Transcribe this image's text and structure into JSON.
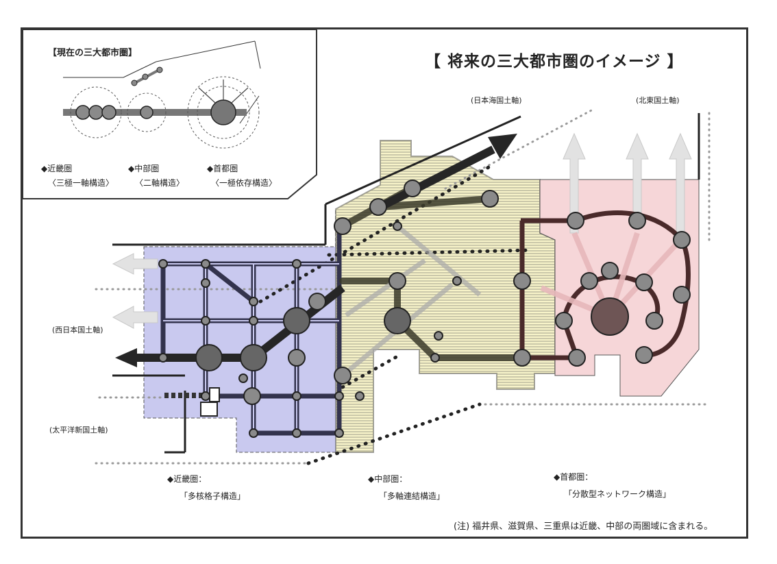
{
  "title": "【 将来の三大都市圏のイメージ 】",
  "inset": {
    "title": "【現在の三大都市圏】",
    "items": [
      {
        "name": "◆近畿圏",
        "structure": "〈三極一軸構造〉"
      },
      {
        "name": "◆中部圏",
        "structure": "〈二軸構造〉"
      },
      {
        "name": "◆首都圏",
        "structure": "〈一極依存構造〉"
      }
    ]
  },
  "axes": {
    "japan_sea": "(日本海国土軸)",
    "northeast": "(北東国土軸)",
    "west_japan": "(西日本国土軸)",
    "pacific_new": "(太平洋新国土軸)"
  },
  "regions": [
    {
      "name": "◆近畿圏：",
      "structure": "「多核格子構造」"
    },
    {
      "name": "◆中部圏：",
      "structure": "「多軸連結構造」"
    },
    {
      "name": "◆首都圏：",
      "structure": "「分散型ネットワーク構造」"
    }
  ],
  "note": "(注) 福井県、滋賀県、三重県は近畿、中部の両圏域に含まれる。",
  "colors": {
    "kinki": "#c9c9ef",
    "chubu": "#f7f3c9",
    "shuto": "#f6d6d8",
    "node": "#8a8a8a",
    "arrow": "#262626"
  }
}
